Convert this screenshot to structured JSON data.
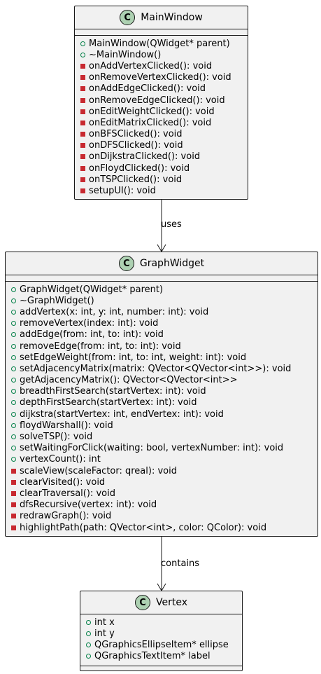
{
  "classes": {
    "mainwindow": {
      "badge": "C",
      "name": "MainWindow",
      "members": [
        {
          "visibility": "public",
          "text": "MainWindow(QWidget* parent)"
        },
        {
          "visibility": "public",
          "text": "~MainWindow()"
        },
        {
          "visibility": "private",
          "text": "onAddVertexClicked(): void"
        },
        {
          "visibility": "private",
          "text": "onRemoveVertexClicked(): void"
        },
        {
          "visibility": "private",
          "text": "onAddEdgeClicked(): void"
        },
        {
          "visibility": "private",
          "text": "onRemoveEdgeClicked(): void"
        },
        {
          "visibility": "private",
          "text": "onEditWeightClicked(): void"
        },
        {
          "visibility": "private",
          "text": "onEditMatrixClicked(): void"
        },
        {
          "visibility": "private",
          "text": "onBFSClicked(): void"
        },
        {
          "visibility": "private",
          "text": "onDFSClicked(): void"
        },
        {
          "visibility": "private",
          "text": "onDijkstraClicked(): void"
        },
        {
          "visibility": "private",
          "text": "onFloydClicked(): void"
        },
        {
          "visibility": "private",
          "text": "onTSPClicked(): void"
        },
        {
          "visibility": "private",
          "text": "setupUI(): void"
        }
      ]
    },
    "graphwidget": {
      "badge": "C",
      "name": "GraphWidget",
      "members": [
        {
          "visibility": "public",
          "text": "GraphWidget(QWidget* parent)"
        },
        {
          "visibility": "public",
          "text": "~GraphWidget()"
        },
        {
          "visibility": "public",
          "text": "addVertex(x: int, y: int, number: int): void"
        },
        {
          "visibility": "public",
          "text": "removeVertex(index: int): void"
        },
        {
          "visibility": "public",
          "text": "addEdge(from: int, to: int): void"
        },
        {
          "visibility": "public",
          "text": "removeEdge(from: int, to: int): void"
        },
        {
          "visibility": "public",
          "text": "setEdgeWeight(from: int, to: int, weight: int): void"
        },
        {
          "visibility": "public",
          "text": "setAdjacencyMatrix(matrix: QVector<QVector<int>>): void"
        },
        {
          "visibility": "public",
          "text": "getAdjacencyMatrix(): QVector<QVector<int>>"
        },
        {
          "visibility": "public",
          "text": "breadthFirstSearch(startVertex: int): void"
        },
        {
          "visibility": "public",
          "text": "depthFirstSearch(startVertex: int): void"
        },
        {
          "visibility": "public",
          "text": "dijkstra(startVertex: int, endVertex: int): void"
        },
        {
          "visibility": "public",
          "text": "floydWarshall(): void"
        },
        {
          "visibility": "public",
          "text": "solveTSP(): void"
        },
        {
          "visibility": "public",
          "text": "setWaitingForClick(waiting: bool, vertexNumber: int): void"
        },
        {
          "visibility": "public",
          "text": "vertexCount(): int"
        },
        {
          "visibility": "private",
          "text": "scaleView(scaleFactor: qreal): void"
        },
        {
          "visibility": "private",
          "text": "clearVisited(): void"
        },
        {
          "visibility": "private",
          "text": "clearTraversal(): void"
        },
        {
          "visibility": "private",
          "text": "dfsRecursive(vertex: int): void"
        },
        {
          "visibility": "private",
          "text": "redrawGraph(): void"
        },
        {
          "visibility": "private",
          "text": "highlightPath(path: QVector<int>, color: QColor): void"
        }
      ]
    },
    "vertex": {
      "badge": "C",
      "name": "Vertex",
      "members": [
        {
          "visibility": "public",
          "text": "int x"
        },
        {
          "visibility": "public",
          "text": "int y"
        },
        {
          "visibility": "public",
          "text": "QGraphicsEllipseItem* ellipse"
        },
        {
          "visibility": "public",
          "text": "QGraphicsTextItem* label"
        }
      ]
    }
  },
  "relations": {
    "uses": "uses",
    "contains": "contains"
  },
  "colors": {
    "class_fill": "#f1f1f1",
    "border": "#181818",
    "badge_fill": "#add1b2",
    "public_marker": "#038048",
    "private_marker": "#c82930"
  }
}
